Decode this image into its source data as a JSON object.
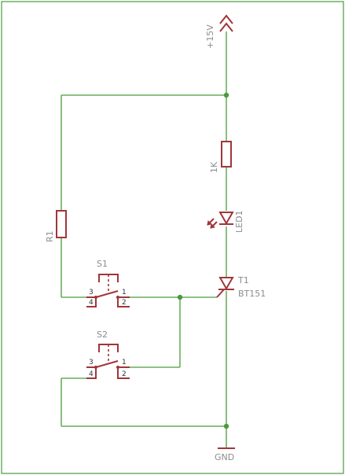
{
  "colors": {
    "wire": "#4a9a3c",
    "component": "#a0363a",
    "label": "#8c8c8c",
    "pin_number": "#333333"
  },
  "supply": {
    "label": "+15V"
  },
  "ground": {
    "label": "GND"
  },
  "resistor_r1": {
    "name": "R1"
  },
  "resistor_led": {
    "value": "1K"
  },
  "led": {
    "name": "LED1"
  },
  "thyristor": {
    "name": "T1",
    "value": "BT151"
  },
  "switch_s1": {
    "name": "S1",
    "pins": [
      "3",
      "4",
      "1",
      "2"
    ]
  },
  "switch_s2": {
    "name": "S2",
    "pins": [
      "3",
      "4",
      "1",
      "2"
    ]
  }
}
